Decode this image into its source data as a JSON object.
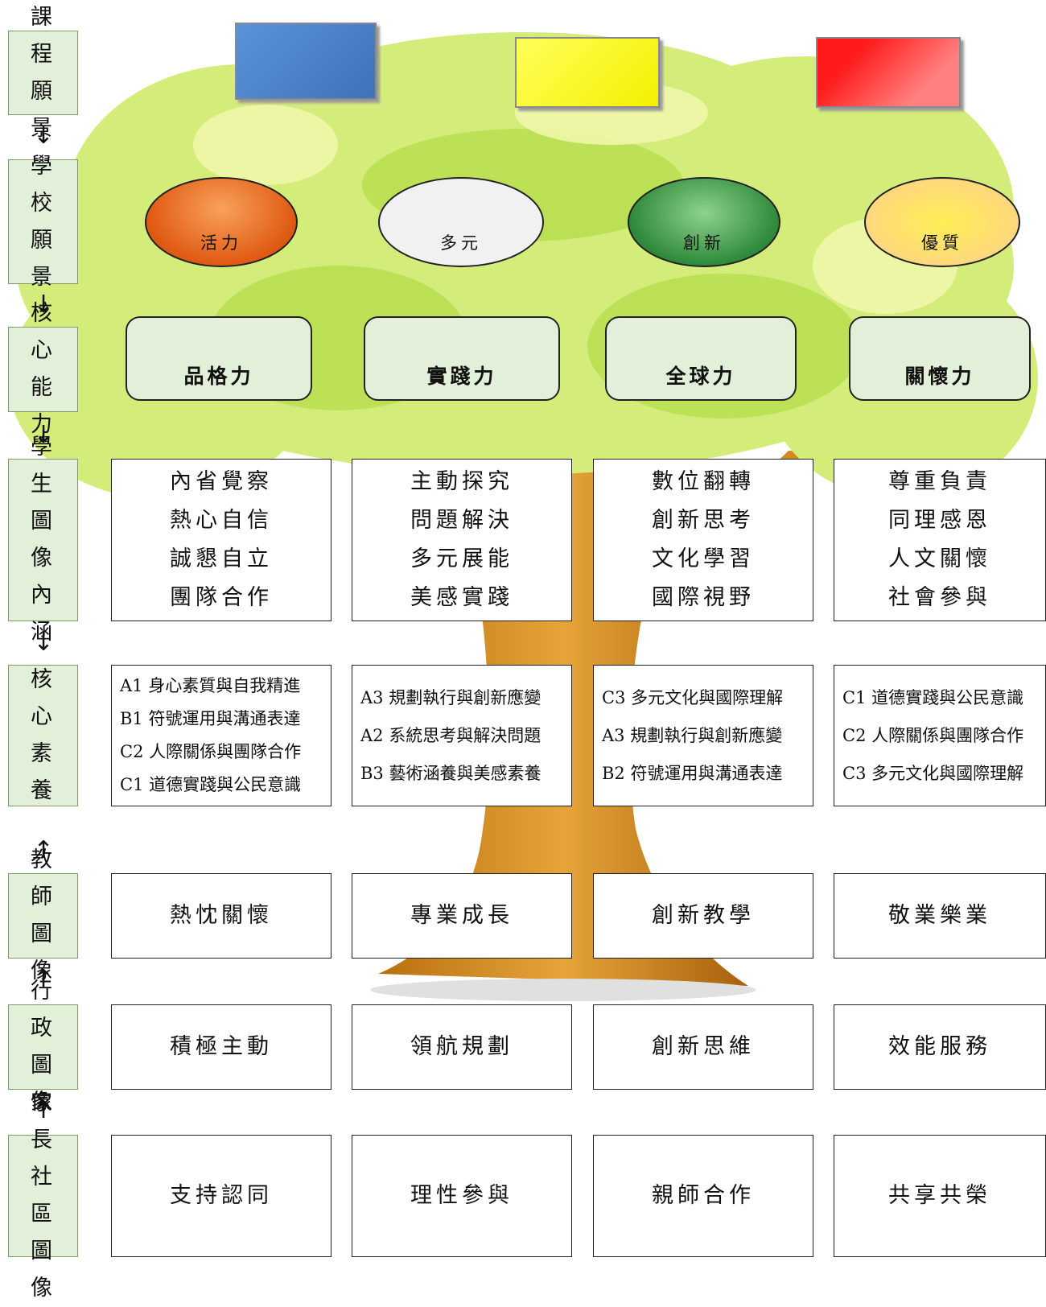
{
  "labels": {
    "vision": "課程願景",
    "school": "學校願景",
    "core": "核心能力",
    "student": "學生圖像內涵",
    "literacy": "核心素養",
    "teacher": "教師圖像",
    "admin": "行政圖像",
    "parent": "家長社區圖像"
  },
  "arrows": [
    "↓",
    "↓",
    "↓",
    "↓",
    "↑",
    "↑",
    "↑"
  ],
  "vision_colors": [
    "#4f86cc",
    "#ffff3c",
    "#ff3030"
  ],
  "school_vision": [
    "活力",
    "多元",
    "創新",
    "優質"
  ],
  "core_abilities": [
    "品格力",
    "實踐力",
    "全球力",
    "關懷力"
  ],
  "student": [
    [
      "內省覺察",
      "熱心自信",
      "誠懇自立",
      "團隊合作"
    ],
    [
      "主動探究",
      "問題解決",
      "多元展能",
      "美感實踐"
    ],
    [
      "數位翻轉",
      "創新思考",
      "文化學習",
      "國際視野"
    ],
    [
      "尊重負責",
      "同理感恩",
      "人文關懷",
      "社會參與"
    ]
  ],
  "literacy": [
    [
      "A1 身心素質與自我精進",
      "B1 符號運用與溝通表達",
      "C2 人際關係與團隊合作",
      "C1 道德實踐與公民意識"
    ],
    [
      "A3 規劃執行與創新應變",
      "A2 系統思考與解決問題",
      "B3 藝術涵養與美感素養"
    ],
    [
      "C3 多元文化與國際理解",
      "A3 規劃執行與創新應變",
      "B2 符號運用與溝通表達"
    ],
    [
      "C1 道德實踐與公民意識",
      "C2 人際關係與團隊合作",
      "C3 多元文化與國際理解"
    ]
  ],
  "teacher": [
    "熱忱關懷",
    "專業成長",
    "創新教學",
    "敬業樂業"
  ],
  "admin": [
    "積極主動",
    "領航規劃",
    "創新思維",
    "效能服務"
  ],
  "parent": [
    "支持認同",
    "理性參與",
    "親師合作",
    "共享共榮"
  ]
}
